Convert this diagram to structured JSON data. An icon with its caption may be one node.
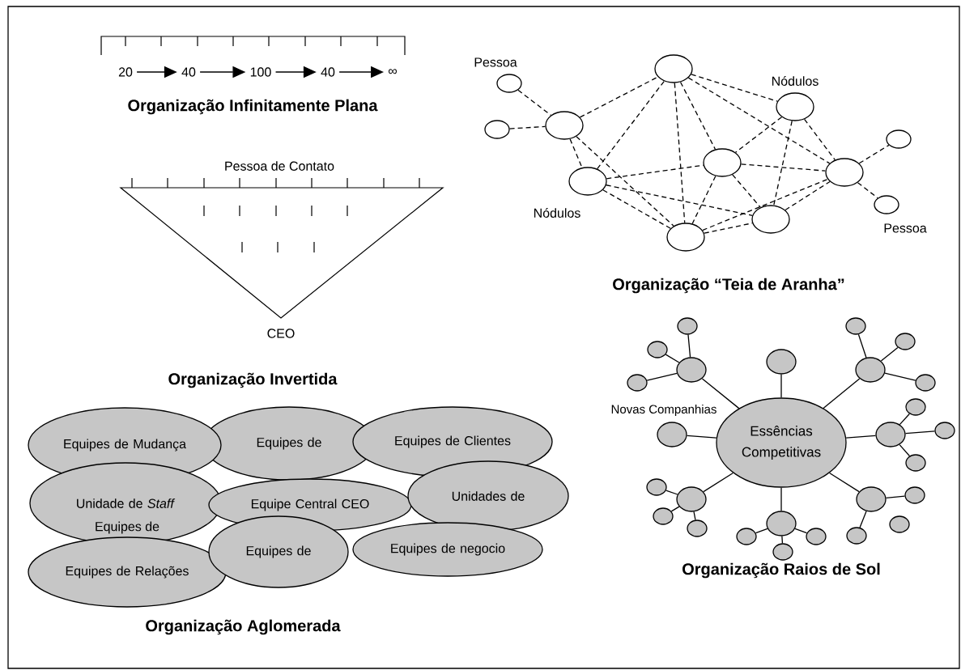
{
  "diagram": {
    "nodes": [
      {
        "text": [
          "20"
        ]
      },
      {
        "text": [
          "40"
        ]
      },
      {
        "text": [
          "100"
        ]
      },
      {
        "text": [
          "40"
        ]
      },
      {
        "text": [
          "∞"
        ]
      },
      {
        "text": [],
        "shape": "circle"
      },
      {
        "text": [],
        "shape": "circle"
      },
      {
        "text": [],
        "shape": "circle"
      },
      {
        "text": [],
        "shape": "circle"
      },
      {
        "text": [],
        "shape": "circle"
      },
      {
        "text": [],
        "shape": "circle"
      },
      {
        "text": [],
        "shape": "circle"
      },
      {
        "text": [],
        "shape": "circle"
      },
      {
        "text": [],
        "shape": "circle"
      },
      {
        "text": [],
        "shape": "circle"
      },
      {
        "text": [],
        "shape": "circle"
      },
      {
        "text": [],
        "shape": "circle"
      },
      {
        "text": [
          "Equipes de Mudança"
        ]
      },
      {
        "text": [
          "Equipes de"
        ]
      },
      {
        "text": [
          "Equipes de Clientes"
        ]
      },
      {
        "text": [
          "Unidade de *Staff*"
        ]
      },
      {
        "text": [
          "Equipe Central CEO"
        ]
      },
      {
        "text": [
          "Unidades de"
        ]
      },
      {
        "text": [
          "Equipes de Relações"
        ]
      },
      {
        "text": [
          "Equipes de"
        ]
      },
      {
        "text": [
          "Equipes de negocio"
        ]
      },
      {
        "text": [
          "Essências Competitivas"
        ]
      },
      {
        "text": [],
        "shape": "circle"
      },
      {
        "text": [],
        "shape": "circle"
      },
      {
        "text": [],
        "shape": "circle"
      },
      {
        "text": [],
        "shape": "circle"
      },
      {
        "text": [],
        "shape": "circle"
      },
      {
        "text": [],
        "shape": "circle"
      },
      {
        "text": [],
        "shape": "circle"
      },
      {
        "text": [],
        "shape": "circle"
      },
      {
        "text": [],
        "shape": "circle"
      },
      {
        "text": [],
        "shape": "circle"
      },
      {
        "text": [],
        "shape": "circle"
      },
      {
        "text": [],
        "shape": "circle"
      },
      {
        "text": [],
        "shape": "circle"
      },
      {
        "text": [],
        "shape": "circle"
      },
      {
        "text": [],
        "shape": "circle"
      },
      {
        "text": [],
        "shape": "circle"
      },
      {
        "text": [],
        "shape": "circle"
      },
      {
        "text": [],
        "shape": "circle"
      },
      {
        "text": [],
        "shape": "circle"
      },
      {
        "text": [],
        "shape": "circle"
      },
      {
        "text": [],
        "shape": "circle"
      },
      {
        "text": [],
        "shape": "circle"
      },
      {
        "text": [],
        "shape": "circle"
      },
      {
        "text": [],
        "shape": "circle"
      },
      {
        "text": [],
        "shape": "circle"
      },
      {
        "text": [],
        "shape": "circle"
      }
    ],
    "edges": [
      {
        "from": 0,
        "to": 1,
        "arrow": "to"
      },
      {
        "from": 1,
        "to": 2,
        "arrow": "to"
      },
      {
        "from": 2,
        "to": 3,
        "arrow": "to"
      },
      {
        "from": 3,
        "to": 4,
        "arrow": "to"
      },
      {
        "from": 5,
        "to": 7,
        "arrow": "none",
        "style": "dashed"
      },
      {
        "from": 6,
        "to": 7,
        "arrow": "none",
        "style": "dashed"
      },
      {
        "from": 7,
        "to": 8,
        "arrow": "none",
        "style": "dashed"
      },
      {
        "from": 7,
        "to": 11,
        "arrow": "none",
        "style": "dashed"
      },
      {
        "from": 7,
        "to": 16,
        "arrow": "none",
        "style": "dashed"
      },
      {
        "from": 11,
        "to": 8,
        "arrow": "none",
        "style": "dashed"
      },
      {
        "from": 11,
        "to": 10,
        "arrow": "none",
        "style": "dashed"
      },
      {
        "from": 11,
        "to": 15,
        "arrow": "none",
        "style": "dashed"
      },
      {
        "from": 11,
        "to": 16,
        "arrow": "none",
        "style": "dashed"
      },
      {
        "from": 8,
        "to": 16,
        "arrow": "none",
        "style": "dashed"
      },
      {
        "from": 8,
        "to": 10,
        "arrow": "none",
        "style": "dashed"
      },
      {
        "from": 8,
        "to": 9,
        "arrow": "none",
        "style": "dashed"
      },
      {
        "from": 8,
        "to": 12,
        "arrow": "none",
        "style": "dashed"
      },
      {
        "from": 9,
        "to": 10,
        "arrow": "none",
        "style": "dashed"
      },
      {
        "from": 9,
        "to": 15,
        "arrow": "none",
        "style": "dashed"
      },
      {
        "from": 9,
        "to": 12,
        "arrow": "none",
        "style": "dashed"
      },
      {
        "from": 10,
        "to": 12,
        "arrow": "none",
        "style": "dashed"
      },
      {
        "from": 10,
        "to": 16,
        "arrow": "none",
        "style": "dashed"
      },
      {
        "from": 10,
        "to": 15,
        "arrow": "none",
        "style": "dashed"
      },
      {
        "from": 16,
        "to": 12,
        "arrow": "none",
        "style": "dashed"
      },
      {
        "from": 16,
        "to": 15,
        "arrow": "none",
        "style": "dashed"
      },
      {
        "from": 15,
        "to": 12,
        "arrow": "none",
        "style": "dashed"
      },
      {
        "from": 12,
        "to": 13,
        "arrow": "none",
        "style": "dashed"
      },
      {
        "from": 12,
        "to": 14,
        "arrow": "none",
        "style": "dashed"
      },
      {
        "from": 26,
        "to": 27,
        "arrow": "none"
      },
      {
        "from": 26,
        "to": 28,
        "arrow": "none"
      },
      {
        "from": 26,
        "to": 29,
        "arrow": "none"
      },
      {
        "from": 26,
        "to": 30,
        "arrow": "none"
      },
      {
        "from": 26,
        "to": 31,
        "arrow": "none"
      },
      {
        "from": 26,
        "to": 32,
        "arrow": "none"
      },
      {
        "from": 26,
        "to": 33,
        "arrow": "none"
      },
      {
        "from": 26,
        "to": 34,
        "arrow": "none"
      },
      {
        "from": 27,
        "to": 35,
        "arrow": "none"
      },
      {
        "from": 27,
        "to": 36,
        "arrow": "none"
      },
      {
        "from": 27,
        "to": 37,
        "arrow": "none"
      },
      {
        "from": 29,
        "to": 38,
        "arrow": "none"
      },
      {
        "from": 29,
        "to": 39,
        "arrow": "none"
      },
      {
        "from": 29,
        "to": 40,
        "arrow": "none"
      },
      {
        "from": 30,
        "to": 41,
        "arrow": "none"
      },
      {
        "from": 30,
        "to": 42,
        "arrow": "none"
      },
      {
        "from": 30,
        "to": 43,
        "arrow": "none"
      },
      {
        "from": 32,
        "to": 44,
        "arrow": "none"
      },
      {
        "from": 32,
        "to": 45,
        "arrow": "none"
      },
      {
        "from": 32,
        "to": 46,
        "arrow": "none"
      },
      {
        "from": 33,
        "to": 47,
        "arrow": "none"
      },
      {
        "from": 33,
        "to": 48,
        "arrow": "none"
      },
      {
        "from": 33,
        "to": 49,
        "arrow": "none"
      },
      {
        "from": 34,
        "to": 50,
        "arrow": "none"
      },
      {
        "from": 34,
        "to": 51,
        "arrow": "none"
      }
    ],
    "labels": [
      "Pessoa",
      "Organização Infinitamente Plana",
      "Nódulos",
      "Pessoa de Contato",
      "Nódulos",
      "Pessoa",
      "Organização “Teia de Aranha”",
      "CEO",
      "Organização Invertida",
      "Novas Companhias",
      "Equipes de",
      "Organização Raios de Sol",
      "Organização Aglomerada"
    ]
  }
}
